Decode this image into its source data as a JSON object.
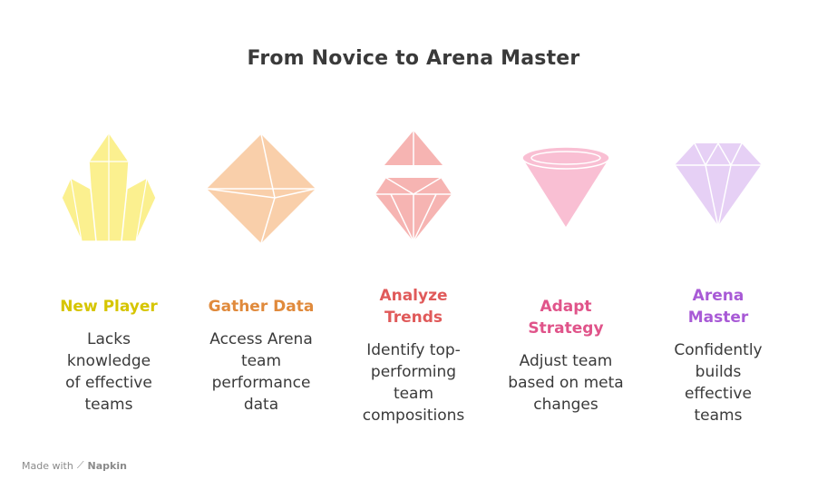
{
  "title": "From Novice to Arena Master",
  "stages": [
    {
      "title": "New Player",
      "description": "Lacks knowledge of effective teams",
      "color": "#d6c500",
      "gem_color": "#fbf08a",
      "icon": "crystal-cluster-icon"
    },
    {
      "title": "Gather Data",
      "description": "Access Arena team performance data",
      "color": "#e08a3c",
      "gem_color": "#f9cfaa",
      "icon": "octahedron-gem-icon"
    },
    {
      "title": "Analyze Trends",
      "description": "Identify top-performing team compositions",
      "color": "#e05a5a",
      "gem_color": "#f6b4b2",
      "icon": "split-gem-icon"
    },
    {
      "title": "Adapt Strategy",
      "description": "Adjust team based on meta changes",
      "color": "#e0548a",
      "gem_color": "#f9bfd3",
      "icon": "cone-gem-icon"
    },
    {
      "title": "Arena Master",
      "description": "Confidently builds effective teams",
      "color": "#a85ad6",
      "gem_color": "#e6d0f5",
      "icon": "diamond-icon"
    }
  ],
  "footer": {
    "made_with": "Made with",
    "brand": "Napkin"
  }
}
